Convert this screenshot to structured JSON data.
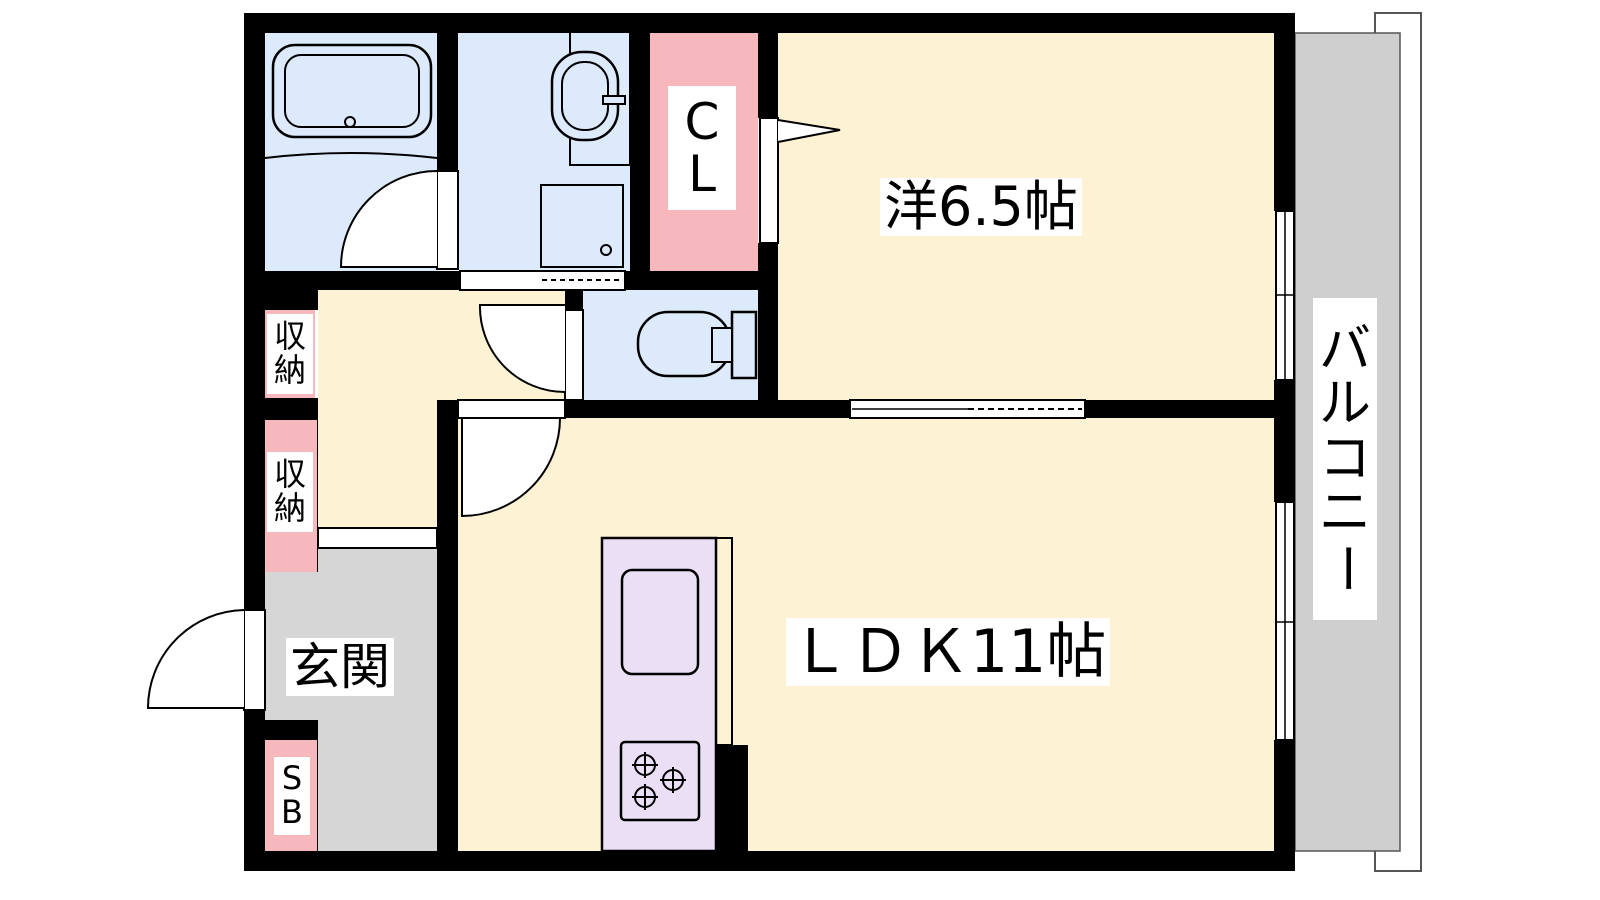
{
  "floor_plan": {
    "rooms": {
      "western_room": "洋6.5帖",
      "ldk": "ＬＤＫ11帖",
      "entrance": "玄関",
      "closet": [
        "C",
        "L"
      ],
      "storage_upper": [
        "収",
        "納"
      ],
      "storage_lower": [
        "収",
        "納"
      ],
      "shoe_box": [
        "S",
        "B"
      ],
      "balcony": [
        "バ",
        "ル",
        "コ",
        "ニ",
        "ー"
      ]
    },
    "colors": {
      "wall": "#000000",
      "living_floor": "#fdf2d4",
      "wet_area": "#dceafc",
      "storage": "#f6b8bc",
      "entrance_floor": "#d6d6d6",
      "kitchen": "#ebdff5",
      "balcony": "#cfcfcf"
    }
  }
}
